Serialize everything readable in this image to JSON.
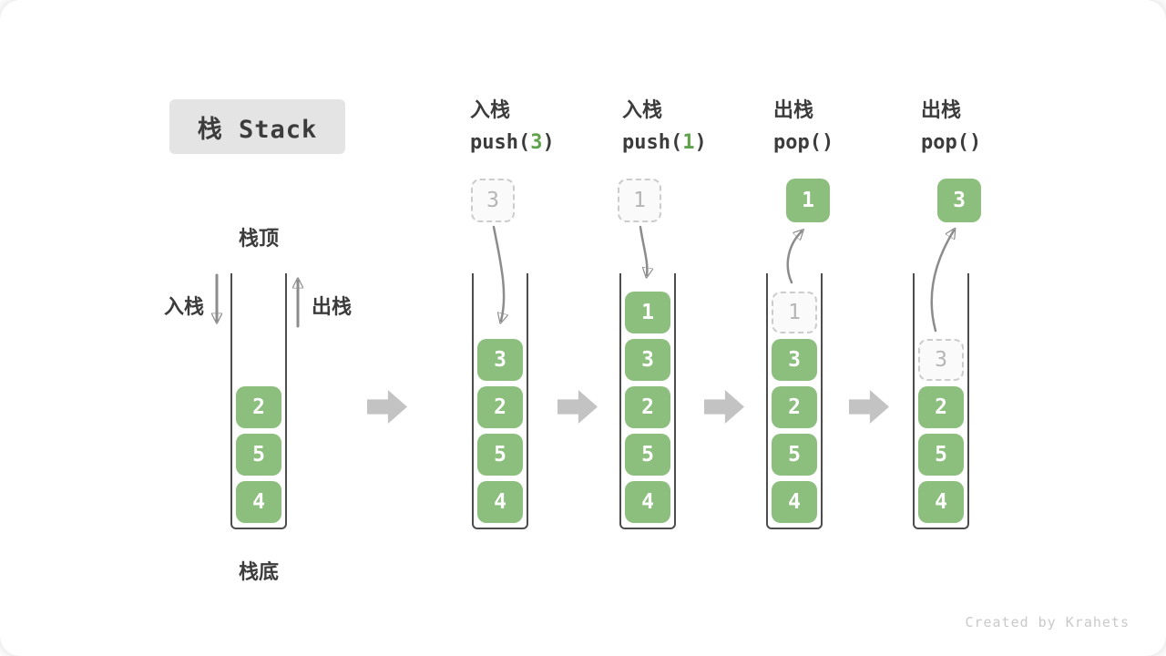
{
  "title": "栈 Stack",
  "footer": "Created by Krahets",
  "labels": {
    "stack_top": "栈顶",
    "stack_bottom": "栈底",
    "push": "入栈",
    "pop": "出栈"
  },
  "colors": {
    "element_green": "#8CBE7D",
    "code_arg_green": "#5FA24B",
    "arrow_gray": "#8C8C8C",
    "stage_arrow_gray": "#C3C3C3",
    "title_bg": "#E4E4E4",
    "text_dark": "#3C3C3C",
    "ghost_border": "#CCCCCC",
    "ghost_text": "#B5B5B5"
  },
  "stages": [
    {
      "id": "initial",
      "elements": [
        {
          "value": "2",
          "slot": 2,
          "ghost": false
        },
        {
          "value": "5",
          "slot": 3,
          "ghost": false
        },
        {
          "value": "4",
          "slot": 4,
          "ghost": false
        }
      ]
    },
    {
      "id": "push-3",
      "op": {
        "line1": "入栈",
        "fn": "push(",
        "arg": "3",
        "close": ")"
      },
      "floating": {
        "value": "3",
        "ghost": true
      },
      "arrow": "down",
      "elements": [
        {
          "value": "3",
          "slot": 1,
          "ghost": false
        },
        {
          "value": "2",
          "slot": 2,
          "ghost": false
        },
        {
          "value": "5",
          "slot": 3,
          "ghost": false
        },
        {
          "value": "4",
          "slot": 4,
          "ghost": false
        }
      ]
    },
    {
      "id": "push-1",
      "op": {
        "line1": "入栈",
        "fn": "push(",
        "arg": "1",
        "close": ")"
      },
      "floating": {
        "value": "1",
        "ghost": true
      },
      "arrow": "down",
      "elements": [
        {
          "value": "1",
          "slot": 0,
          "ghost": false
        },
        {
          "value": "3",
          "slot": 1,
          "ghost": false
        },
        {
          "value": "2",
          "slot": 2,
          "ghost": false
        },
        {
          "value": "5",
          "slot": 3,
          "ghost": false
        },
        {
          "value": "4",
          "slot": 4,
          "ghost": false
        }
      ]
    },
    {
      "id": "pop-1",
      "op": {
        "line1": "出栈",
        "fn": "pop(",
        "arg": "",
        "close": ")"
      },
      "floating": {
        "value": "1",
        "ghost": false
      },
      "arrow": "up",
      "elements": [
        {
          "value": "1",
          "slot": 0,
          "ghost": true
        },
        {
          "value": "3",
          "slot": 1,
          "ghost": false
        },
        {
          "value": "2",
          "slot": 2,
          "ghost": false
        },
        {
          "value": "5",
          "slot": 3,
          "ghost": false
        },
        {
          "value": "4",
          "slot": 4,
          "ghost": false
        }
      ]
    },
    {
      "id": "pop-3",
      "op": {
        "line1": "出栈",
        "fn": "pop(",
        "arg": "",
        "close": ")"
      },
      "floating": {
        "value": "3",
        "ghost": false
      },
      "arrow": "up",
      "elements": [
        {
          "value": "3",
          "slot": 1,
          "ghost": true
        },
        {
          "value": "2",
          "slot": 2,
          "ghost": false
        },
        {
          "value": "5",
          "slot": 3,
          "ghost": false
        },
        {
          "value": "4",
          "slot": 4,
          "ghost": false
        }
      ]
    }
  ]
}
